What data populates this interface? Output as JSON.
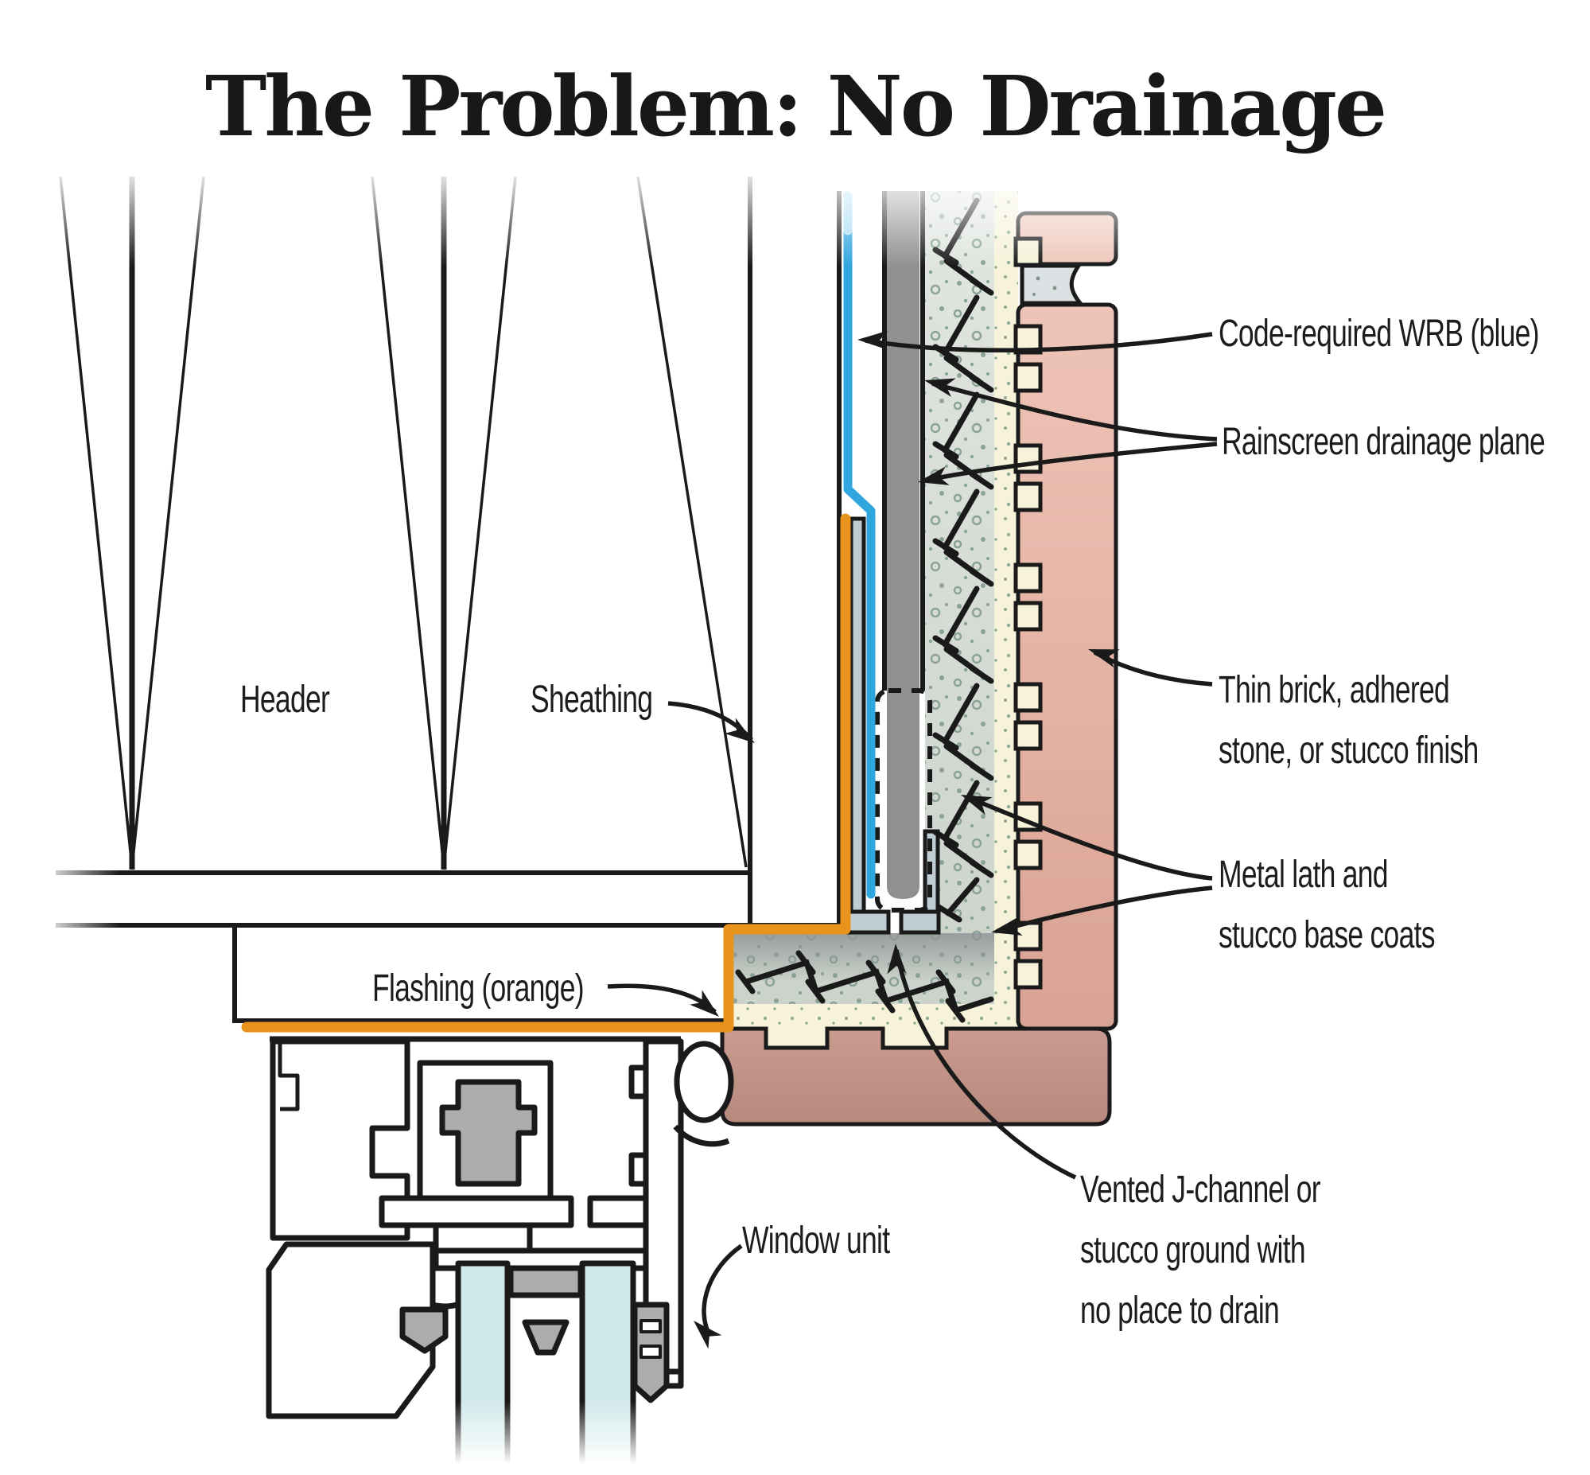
{
  "title": "The Problem: No Drainage",
  "labels": {
    "header": "Header",
    "sheathing": "Sheathing",
    "flashing": "Flashing (orange)",
    "window_unit": "Window unit",
    "wrb": "Code-required WRB (blue)",
    "rainscreen": "Rainscreen drainage plane",
    "thin_brick": "Thin brick, adhered\nstone, or stucco finish",
    "metal_lath": "Metal lath and\nstucco base coats",
    "vented_j": "Vented J-channel or\nstucco ground with\nno place to drain"
  },
  "colors": {
    "line": "#1a1a1a",
    "flashing_orange": "#E8941C",
    "wrb_blue": "#2FA6DE",
    "wrb_blue_light": "#A6DCF4",
    "drainage_gray": "#8F9091",
    "steel_channel": "#BECCD3",
    "stucco_base": "#DCE1DB",
    "stucco_dot": "#8AA396",
    "finish_coat": "#F6F3DA",
    "brick": "#E9BCAE",
    "brick_slab": "#C4958A",
    "mortar": "#DBE0E2",
    "glass": "#D2E9EA",
    "gasket_gray": "#ACACAC"
  }
}
